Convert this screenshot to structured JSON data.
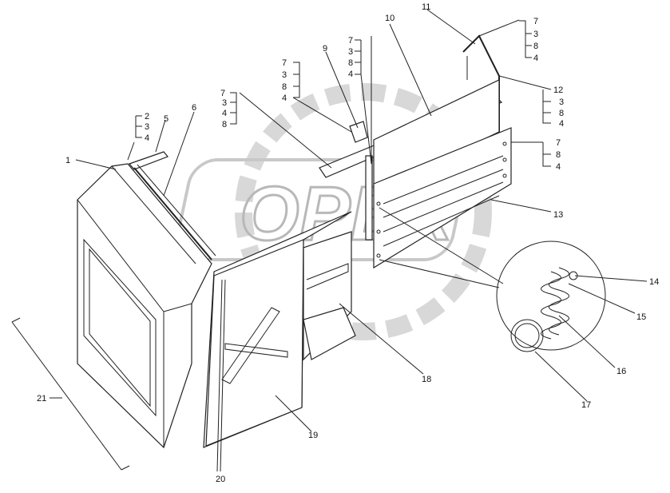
{
  "watermark": {
    "text": "OPEX",
    "color": "#bdbdbd"
  },
  "colors": {
    "line": "#222222",
    "background": "#ffffff"
  },
  "labels": {
    "p1": "1",
    "p2": "2",
    "p3": "3",
    "p4": "4",
    "p5": "5",
    "p6": "6",
    "p9": "9",
    "p10": "10",
    "p11": "11",
    "p12": "12",
    "p13": "13",
    "p14": "14",
    "p15": "15",
    "p16": "16",
    "p17": "17",
    "p18": "18",
    "p19": "19",
    "p20": "20",
    "p21": "21",
    "stack_p11": [
      "7",
      "3",
      "8",
      "4"
    ],
    "stack_p12": [
      "3",
      "8",
      "4"
    ],
    "stack_p13": [
      "7",
      "8",
      "4"
    ],
    "stack_p9top": [
      "7",
      "3",
      "8",
      "4"
    ],
    "stack_p9": [
      "7",
      "3",
      "8",
      "4"
    ],
    "stack_left": [
      "7",
      "3",
      "4",
      "8"
    ],
    "stack_p5": [
      "2",
      "3",
      "4"
    ]
  }
}
